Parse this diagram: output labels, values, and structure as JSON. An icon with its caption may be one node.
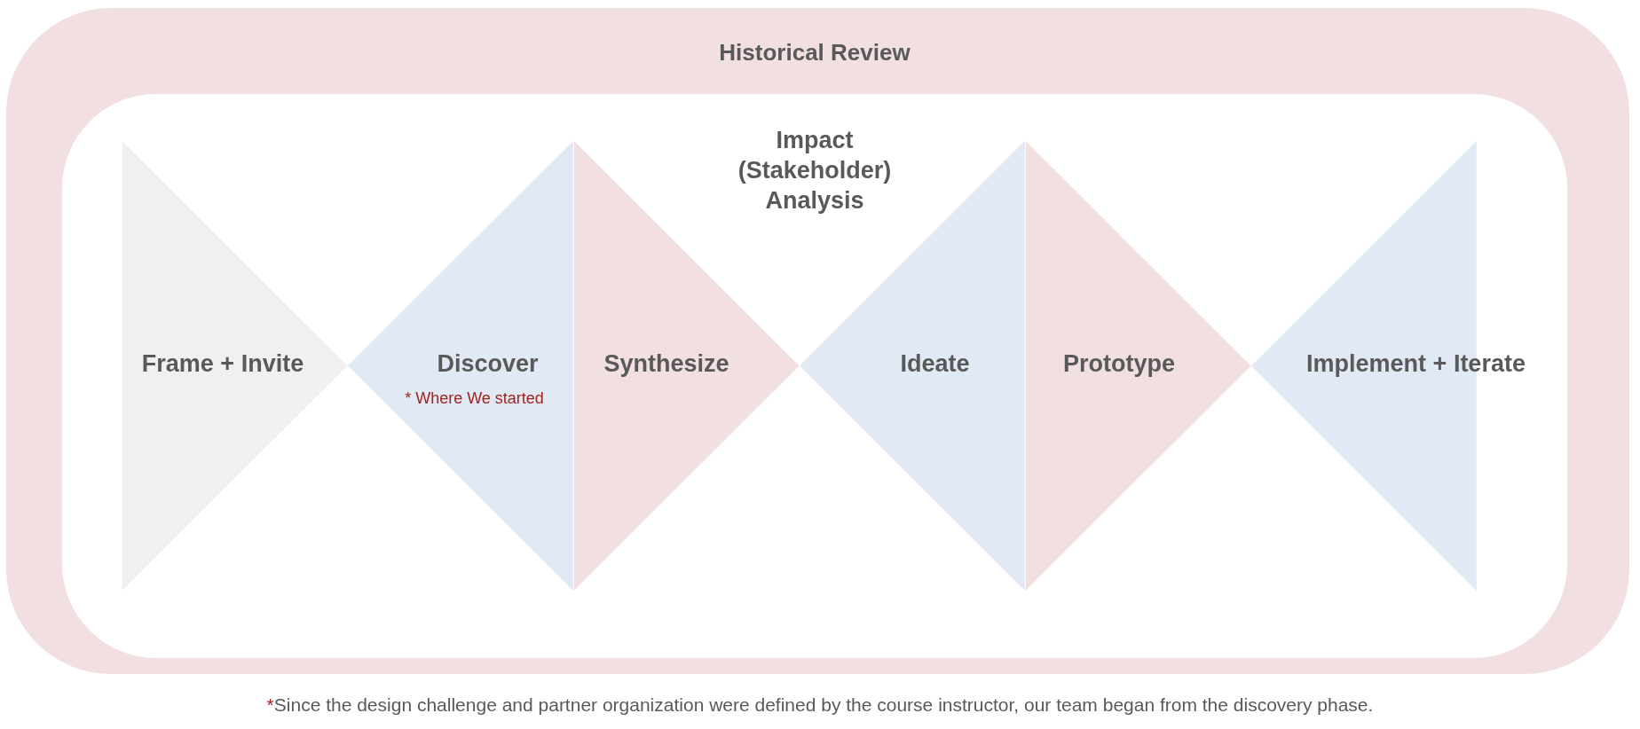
{
  "diagram": {
    "nodes": [
      {
        "text": [
          "Historical Review"
        ]
      },
      {
        "text": [
          "Impact (Stakeholder) Analysis"
        ],
        "in": 0
      },
      {
        "text": [
          "Frame + Invite"
        ],
        "in": 1
      },
      {
        "text": [
          "Discover",
          "* Where We started"
        ],
        "in": 1
      },
      {
        "text": [
          "Synthesize"
        ],
        "in": 1
      },
      {
        "text": [
          "Ideate"
        ],
        "in": 1
      },
      {
        "text": [
          "Prototype"
        ],
        "in": 1
      },
      {
        "text": [
          "Implement + Iterate"
        ],
        "in": 1
      }
    ],
    "caption": "*Since the design challenge and partner organization were defined by the course instructor, our team began from the discovery phase."
  }
}
